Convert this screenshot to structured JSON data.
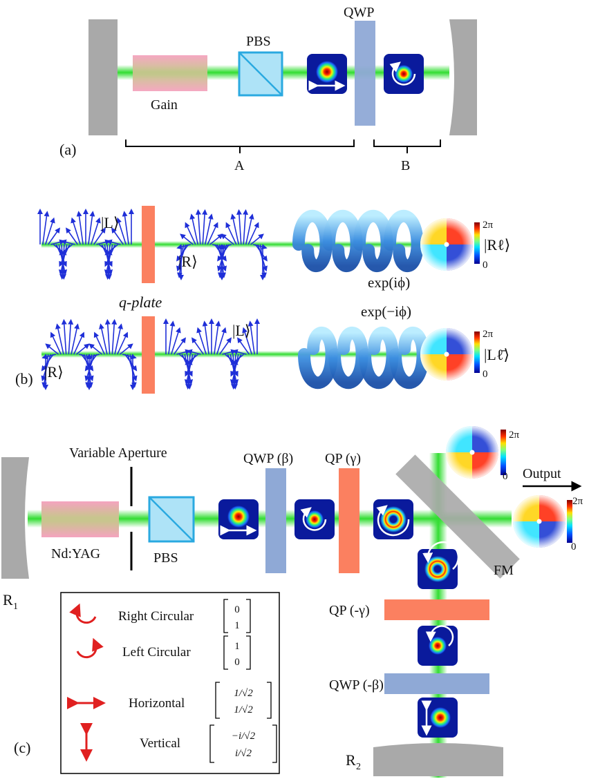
{
  "panel_a": {
    "panel_label": "(a)",
    "gain_label": "Gain",
    "pbs_label": "PBS",
    "qwp_label": "QWP",
    "brace_a_label": "A",
    "brace_b_label": "B"
  },
  "panel_b": {
    "panel_label": "(b)",
    "qplate_label": "q-plate",
    "top": {
      "input_state": "|L⟩",
      "output_state": "|R⟩",
      "phase_label": "exp(iϕ)",
      "final_state": "|Rℓ⟩"
    },
    "bottom": {
      "input_state": "|R⟩",
      "output_state": "|L⟩",
      "phase_label": "exp(−iϕ)",
      "final_state": "|Lℓ̄⟩"
    },
    "colorbar_max": "2π",
    "colorbar_min": "0"
  },
  "panel_c": {
    "panel_label": "(c)",
    "aperture_label": "Variable Aperture",
    "crystal_label": "Nd:YAG",
    "pbs_label": "PBS",
    "qwp_label": "QWP (β)",
    "qp_label": "QP (γ)",
    "output_label": "Output",
    "fm_label": "FM",
    "r1_label": "R",
    "r1_sub": "1",
    "r2_label": "R",
    "r2_sub": "2",
    "qp_neg_label": "QP (-γ)",
    "qwp_neg_label": "QWP (-β)",
    "colorbar_max": "2π",
    "colorbar_min": "0",
    "legend": [
      {
        "name": "Right Circular",
        "vec_top": "0",
        "vec_bottom": "1"
      },
      {
        "name": "Left Circular",
        "vec_top": "1",
        "vec_bottom": "0"
      },
      {
        "name": "Horizontal",
        "vec_top": "1/√2",
        "vec_bottom": "1/√2"
      },
      {
        "name": "Vertical",
        "vec_top": "−i/√2",
        "vec_bottom": "i/√2"
      }
    ]
  },
  "colors": {
    "beam": "#33dd33",
    "mirror": "#a9a9a9",
    "gain": "#f5a3bf",
    "pbs": "#aee3f7",
    "pbs_edge": "#2aa9e0",
    "qwp": "#8fa9d6",
    "qplate": "#fb8060",
    "arrow": "#e02020",
    "helix": "#3d8fe0",
    "field_vectors": "#1f2fd8"
  }
}
